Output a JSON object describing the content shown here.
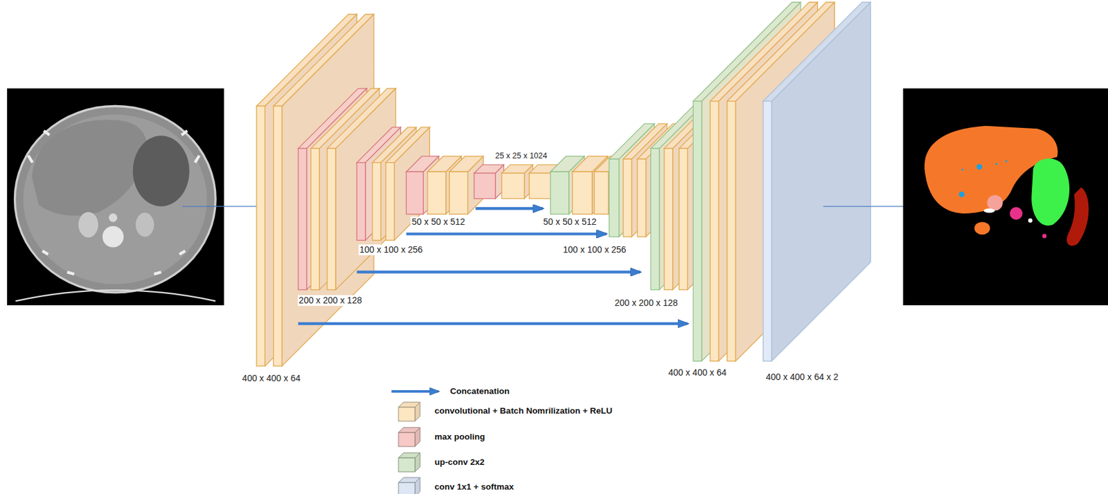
{
  "diagram": {
    "labels": [
      "25 x 25 x 1024",
      "50 x 50 x 512",
      "50 x 50 x 512",
      "100 x 100 x 256",
      "100 x 100 x 256",
      "200 x 200 x 128",
      "200 x 200 x 128",
      "400 x 400 x 64",
      "400 x 400 x 64",
      "400 x 400 x 64 x 2"
    ],
    "legend": [
      {
        "text": "Concatenation"
      },
      {
        "text": "convolutional + Batch Nomrilization + ReLU",
        "color": "#fde6c2"
      },
      {
        "text": "max pooling",
        "color": "#f7c9c6"
      },
      {
        "text": "up-conv 2x2",
        "color": "#d7e9cc"
      },
      {
        "text": "conv 1x1 + softmax",
        "color": "#dce6f5"
      }
    ]
  }
}
